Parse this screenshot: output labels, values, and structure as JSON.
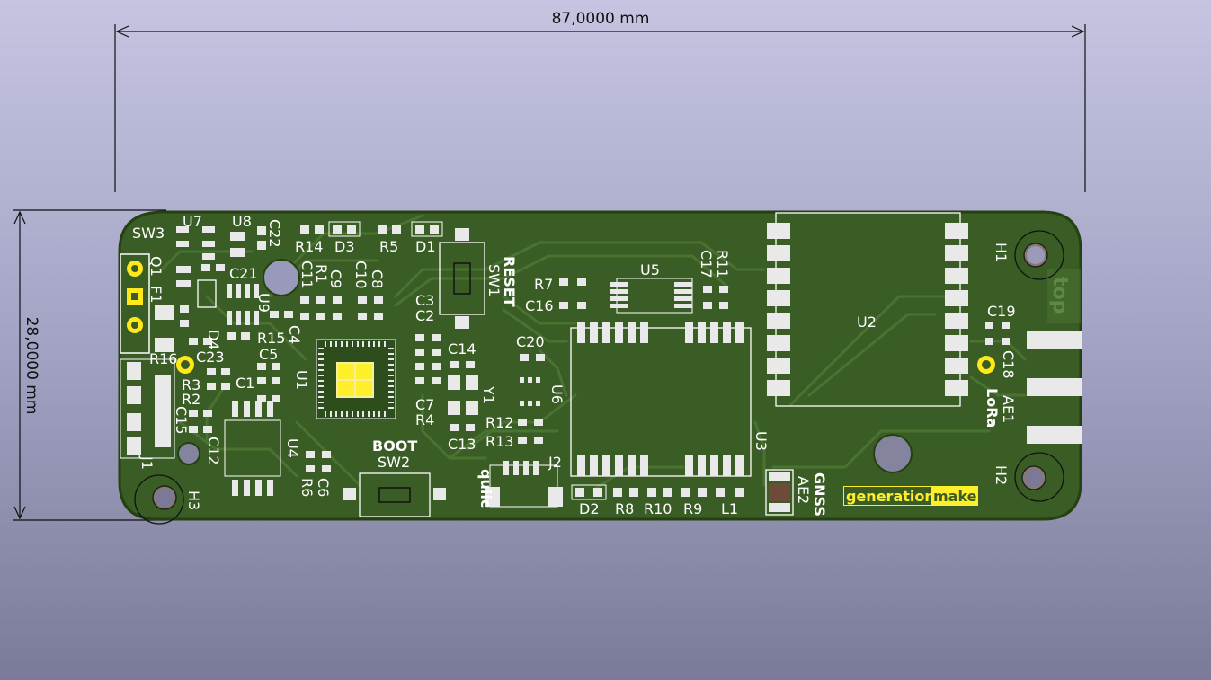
{
  "dimensions": {
    "width_label": "87,0000  mm",
    "height_label": "28,0000  mm"
  },
  "colors": {
    "board": "#3a5d26",
    "board_edge": "#24410f",
    "copper_trace": "#4b7432",
    "pad": "#e9e9e9",
    "silk": "#ffffff",
    "logo_yellow": "#ffef2a"
  },
  "board": {
    "components": {
      "U7": "U7",
      "U8": "U8",
      "C22": "C22",
      "SW3": "SW3",
      "R14": "R14",
      "D3": "D3",
      "R5": "R5",
      "D1": "D1",
      "Q1": "Q1",
      "F1": "F1",
      "C21": "C21",
      "U9": "U9",
      "C11": "C11",
      "R1": "R1",
      "C9": "C9",
      "C10": "C10",
      "C8": "C8",
      "D4": "D4",
      "R15": "R15",
      "C4": "C4",
      "C5": "C5",
      "R16": "R16",
      "C23": "C23",
      "R3": "R3",
      "R2": "R2",
      "C1": "C1",
      "C15": "C15",
      "C12": "C12",
      "U1": "U1",
      "U4": "U4",
      "J1": "J1",
      "H3": "H3",
      "R6": "R6",
      "C6": "C6",
      "C3": "C3",
      "C2": "C2",
      "C14": "C14",
      "Y1": "Y1",
      "C7": "C7",
      "R4": "R4",
      "C13": "C13",
      "SW1": "SW1",
      "RESET": "RESET",
      "BOOT": "BOOT",
      "SW2": "SW2",
      "R7": "R7",
      "C16": "C16",
      "U5": "U5",
      "C17": "C17",
      "R11": "R11",
      "C20": "C20",
      "U6": "U6",
      "R12": "R12",
      "R13": "R13",
      "J2": "J2",
      "quiic": "quiic",
      "U3": "U3",
      "D2": "D2",
      "R8": "R8",
      "R10": "R10",
      "R9": "R9",
      "L1": "L1",
      "AE2": "AE2",
      "GNSS": "GNSS",
      "U2": "U2",
      "H1": "H1",
      "H2": "H2",
      "C19": "C19",
      "C18": "C18",
      "AE1": "AE1",
      "LoRa": "LoRa",
      "top": "top"
    },
    "logo": {
      "part1": "generation",
      "part2": "make"
    }
  }
}
